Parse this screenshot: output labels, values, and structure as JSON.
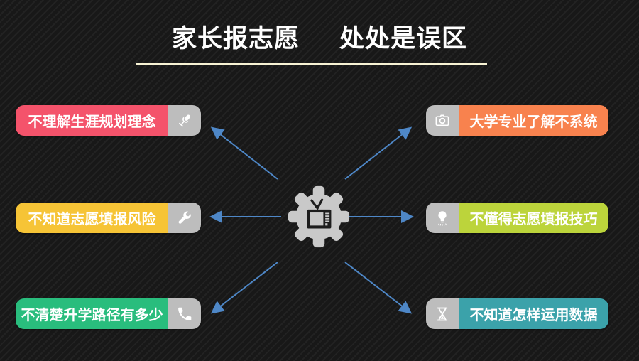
{
  "title": {
    "part1": "家长报志愿",
    "part2": "处处是误区"
  },
  "items_left": [
    {
      "label": "不理解生涯规划理念",
      "color": "#f4536b",
      "icon": "microphone"
    },
    {
      "label": "不知道志愿填报风险",
      "color": "#f6c436",
      "icon": "wrench"
    },
    {
      "label": "不清楚升学路径有多少",
      "color": "#29bd7d",
      "icon": "phone"
    }
  ],
  "items_right": [
    {
      "label": "大学专业了解不系统",
      "color": "#f8824e",
      "icon": "camera"
    },
    {
      "label": "不懂得志愿填报技巧",
      "color": "#bcd43b",
      "icon": "lightbulb"
    },
    {
      "label": "不知道怎样运用数据",
      "color": "#3ba2aa",
      "icon": "hourglass"
    }
  ],
  "center": {
    "icon": "gear-tv"
  },
  "colors": {
    "background": "#1b1b1b",
    "underline": "#f8f3d4",
    "arrow": "#4e87c7",
    "icon_section": "#bdbdbd",
    "gear": "#c9c9c9",
    "gear_cutout": "#1d1d1d",
    "text": "#ffffff"
  }
}
